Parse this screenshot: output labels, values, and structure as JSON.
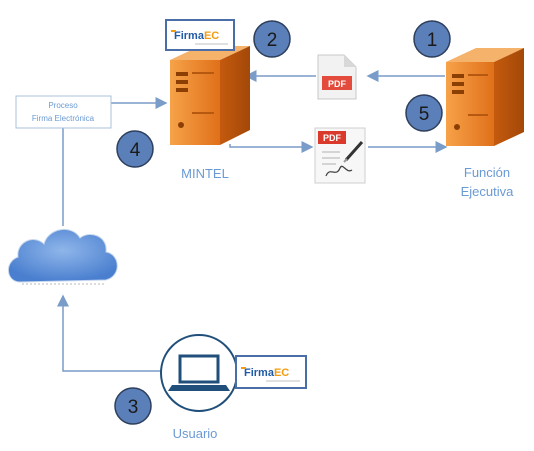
{
  "nodes": {
    "mintel": {
      "label": "MINTEL"
    },
    "funcion": {
      "label_line1": "Función",
      "label_line2": "Ejecutiva"
    },
    "proceso": {
      "label_line1": "Proceso",
      "label_line2": "Firma Electrónica"
    },
    "usuario": {
      "label": "Usuario"
    }
  },
  "badges": {
    "b1": "1",
    "b2": "2",
    "b3": "3",
    "b4": "4",
    "b5": "5"
  },
  "logos": {
    "top": {
      "text_a": "Firma",
      "text_b": "EC"
    },
    "user": {
      "text_a": "Firma",
      "text_b": "EC"
    }
  },
  "documents": {
    "pdf_plain": "PDF",
    "pdf_signed": "PDF"
  },
  "colors": {
    "arrow": "#7a9cc9",
    "badge_fill": "#5b7fb8",
    "label_blue": "#6a9ad3",
    "server_orange": "#e87a1e",
    "cloud": "#5b8fd6",
    "logo_orange": "#f39c12",
    "logo_blue": "#1f5aa6"
  },
  "icons": [
    "server-icon",
    "pdf-icon",
    "signed-pdf-icon",
    "cloud-icon",
    "laptop-icon",
    "firmaec-logo"
  ]
}
